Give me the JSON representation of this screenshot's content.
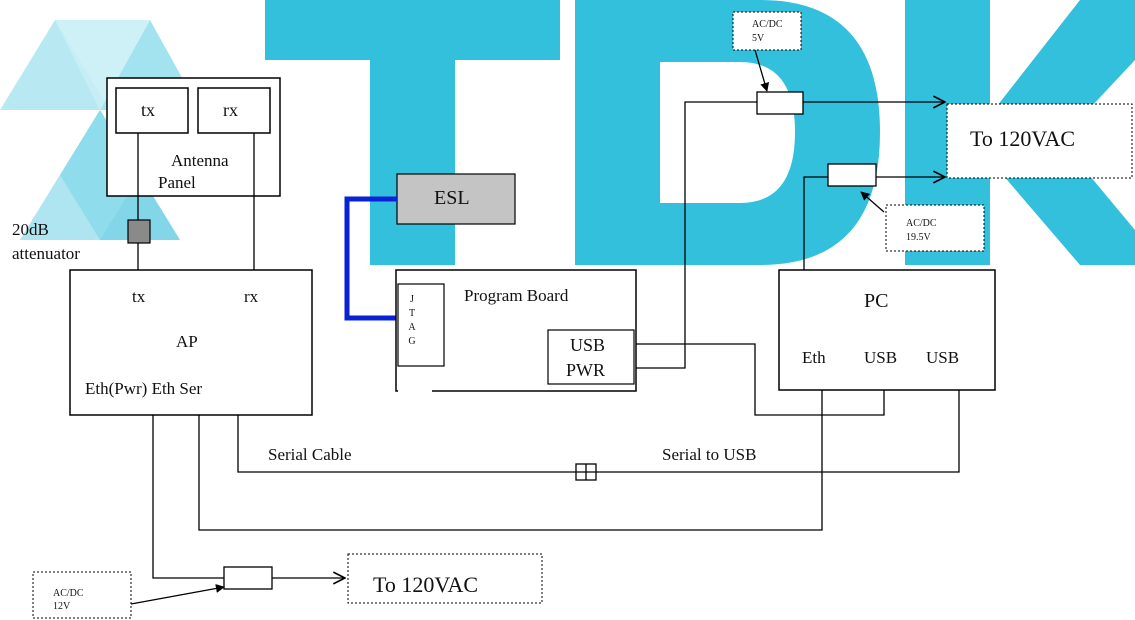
{
  "antenna_panel": {
    "tx": "tx",
    "rx": "rx",
    "label_line1": "Antenna",
    "label_line2": "Panel"
  },
  "attenuator": {
    "label_line1": "20dB",
    "label_line2": "attenuator"
  },
  "ap": {
    "tx": "tx",
    "rx": "rx",
    "title": "AP",
    "ports": "Eth(Pwr) Eth Ser"
  },
  "esl": {
    "label": "ESL"
  },
  "program_board": {
    "title": "Program Board",
    "jtag": [
      "J",
      "T",
      "A",
      "G"
    ],
    "usb": "USB",
    "pwr": "PWR"
  },
  "pc": {
    "title": "PC",
    "eth": "Eth",
    "usb1": "USB",
    "usb2": "USB"
  },
  "power": {
    "acdc_5v_line1": "AC/DC",
    "acdc_5v_line2": "5V",
    "acdc_195v_line1": "AC/DC",
    "acdc_195v_line2": "19.5V",
    "acdc_12v_line1": "AC/DC",
    "acdc_12v_line2": "12V",
    "to_120vac_top": "To 120VAC",
    "to_120vac_bottom": "To 120VAC"
  },
  "cables": {
    "serial_cable": "Serial Cable",
    "serial_to_usb": "Serial to USB"
  },
  "colors": {
    "watermark": "#33c0dd",
    "jtag_cable": "#0a22d6",
    "esl_fill": "#c4c4c4",
    "attenuator_fill": "#8a8a8a"
  }
}
